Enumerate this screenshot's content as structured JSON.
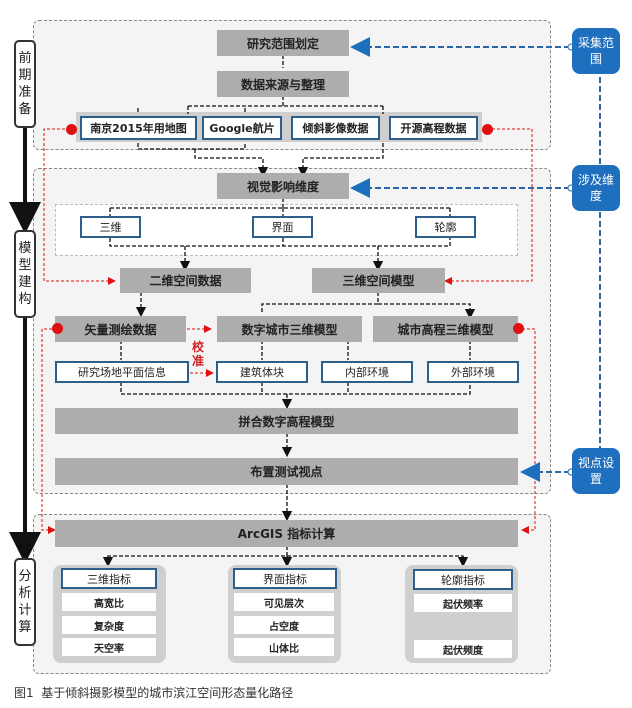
{
  "phases": [
    {
      "label": "前期准备"
    },
    {
      "label": "模型建构"
    },
    {
      "label": "分析计算"
    }
  ],
  "side_notes": [
    {
      "label": "采集范围"
    },
    {
      "label": "涉及维度"
    },
    {
      "label": "视点设置"
    }
  ],
  "prep": {
    "scope": "研究范围划定",
    "data_source": "数据来源与整理",
    "inputs": [
      "南京2015年用地图",
      "Google航片",
      "倾斜影像数据",
      "开源高程数据"
    ]
  },
  "model": {
    "visual_dim": "视觉影响维度",
    "dims": [
      "三维",
      "界面",
      "轮廓"
    ],
    "data2d": "二维空间数据",
    "model3d": "三维空间模型",
    "vector": "矢量测绘数据",
    "city3d": "数字城市三维模型",
    "elev3d": "城市高程三维模型",
    "site_plan": "研究场地平面信息",
    "calibrate": "校准",
    "building": "建筑体块",
    "inner": "内部环境",
    "outer": "外部环境",
    "merge": "拼合数字高程模型",
    "viewpoints": "布置测试视点"
  },
  "analysis": {
    "arcgis": "ArcGIS 指标计算",
    "groups": [
      {
        "title": "三维指标",
        "items": [
          "高宽比",
          "复杂度",
          "天空率"
        ]
      },
      {
        "title": "界面指标",
        "items": [
          "可见层次",
          "占空度",
          "山体比"
        ]
      },
      {
        "title": "轮廓指标",
        "items": [
          "起伏频率",
          "起伏频度"
        ]
      }
    ]
  },
  "caption": "图1  基于倾斜摄影模型的城市滨江空间形态量化路径",
  "colors": {
    "accent_blue": "#1f6fbf",
    "marker_red": "#e01010",
    "box_gray": "#adadad"
  }
}
